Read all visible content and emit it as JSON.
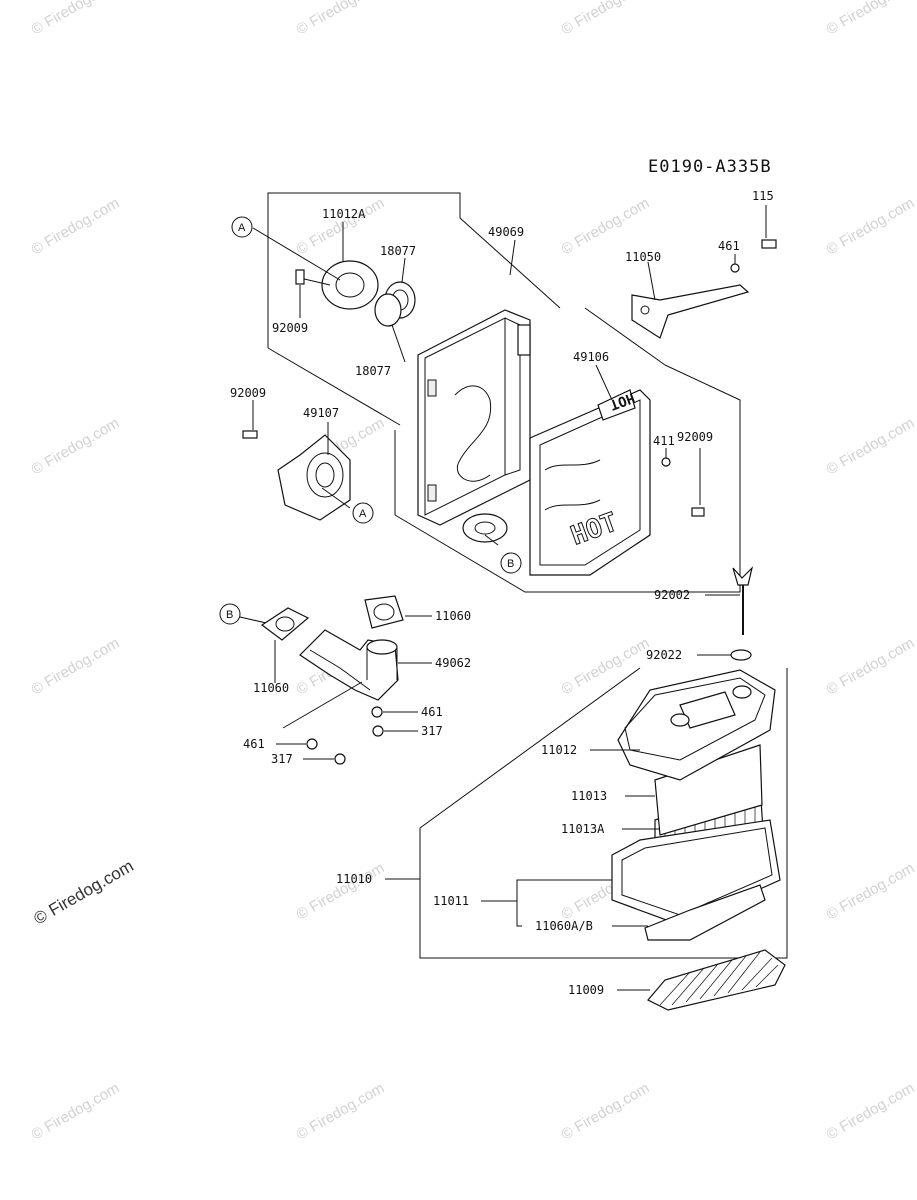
{
  "diagram": {
    "code": "E0190-A335B",
    "watermark": "© Firedog.com",
    "refs": {
      "a": "A",
      "b": "B"
    },
    "hot_labels": {
      "large": "HOT",
      "small": "HOT"
    },
    "parts": {
      "p11012A": "11012A",
      "p49069": "49069",
      "p18077_top": "18077",
      "p18077_bottom": "18077",
      "p92009_a": "92009",
      "p92009_b": "92009",
      "p92009_c": "92009",
      "p49107": "49107",
      "p11050": "11050",
      "p461_a": "461",
      "p115": "115",
      "p49106": "49106",
      "p411": "411",
      "p11060_a": "11060",
      "p11060_b": "11060",
      "p49062": "49062",
      "p461_b": "461",
      "p461_c": "461",
      "p317_a": "317",
      "p317_b": "317",
      "p92002": "92002",
      "p92022": "92022",
      "p11012": "11012",
      "p11013": "11013",
      "p11013A": "11013A",
      "p11010": "11010",
      "p11011": "11011",
      "p11060AB": "11060A/B",
      "p11009": "11009"
    }
  }
}
